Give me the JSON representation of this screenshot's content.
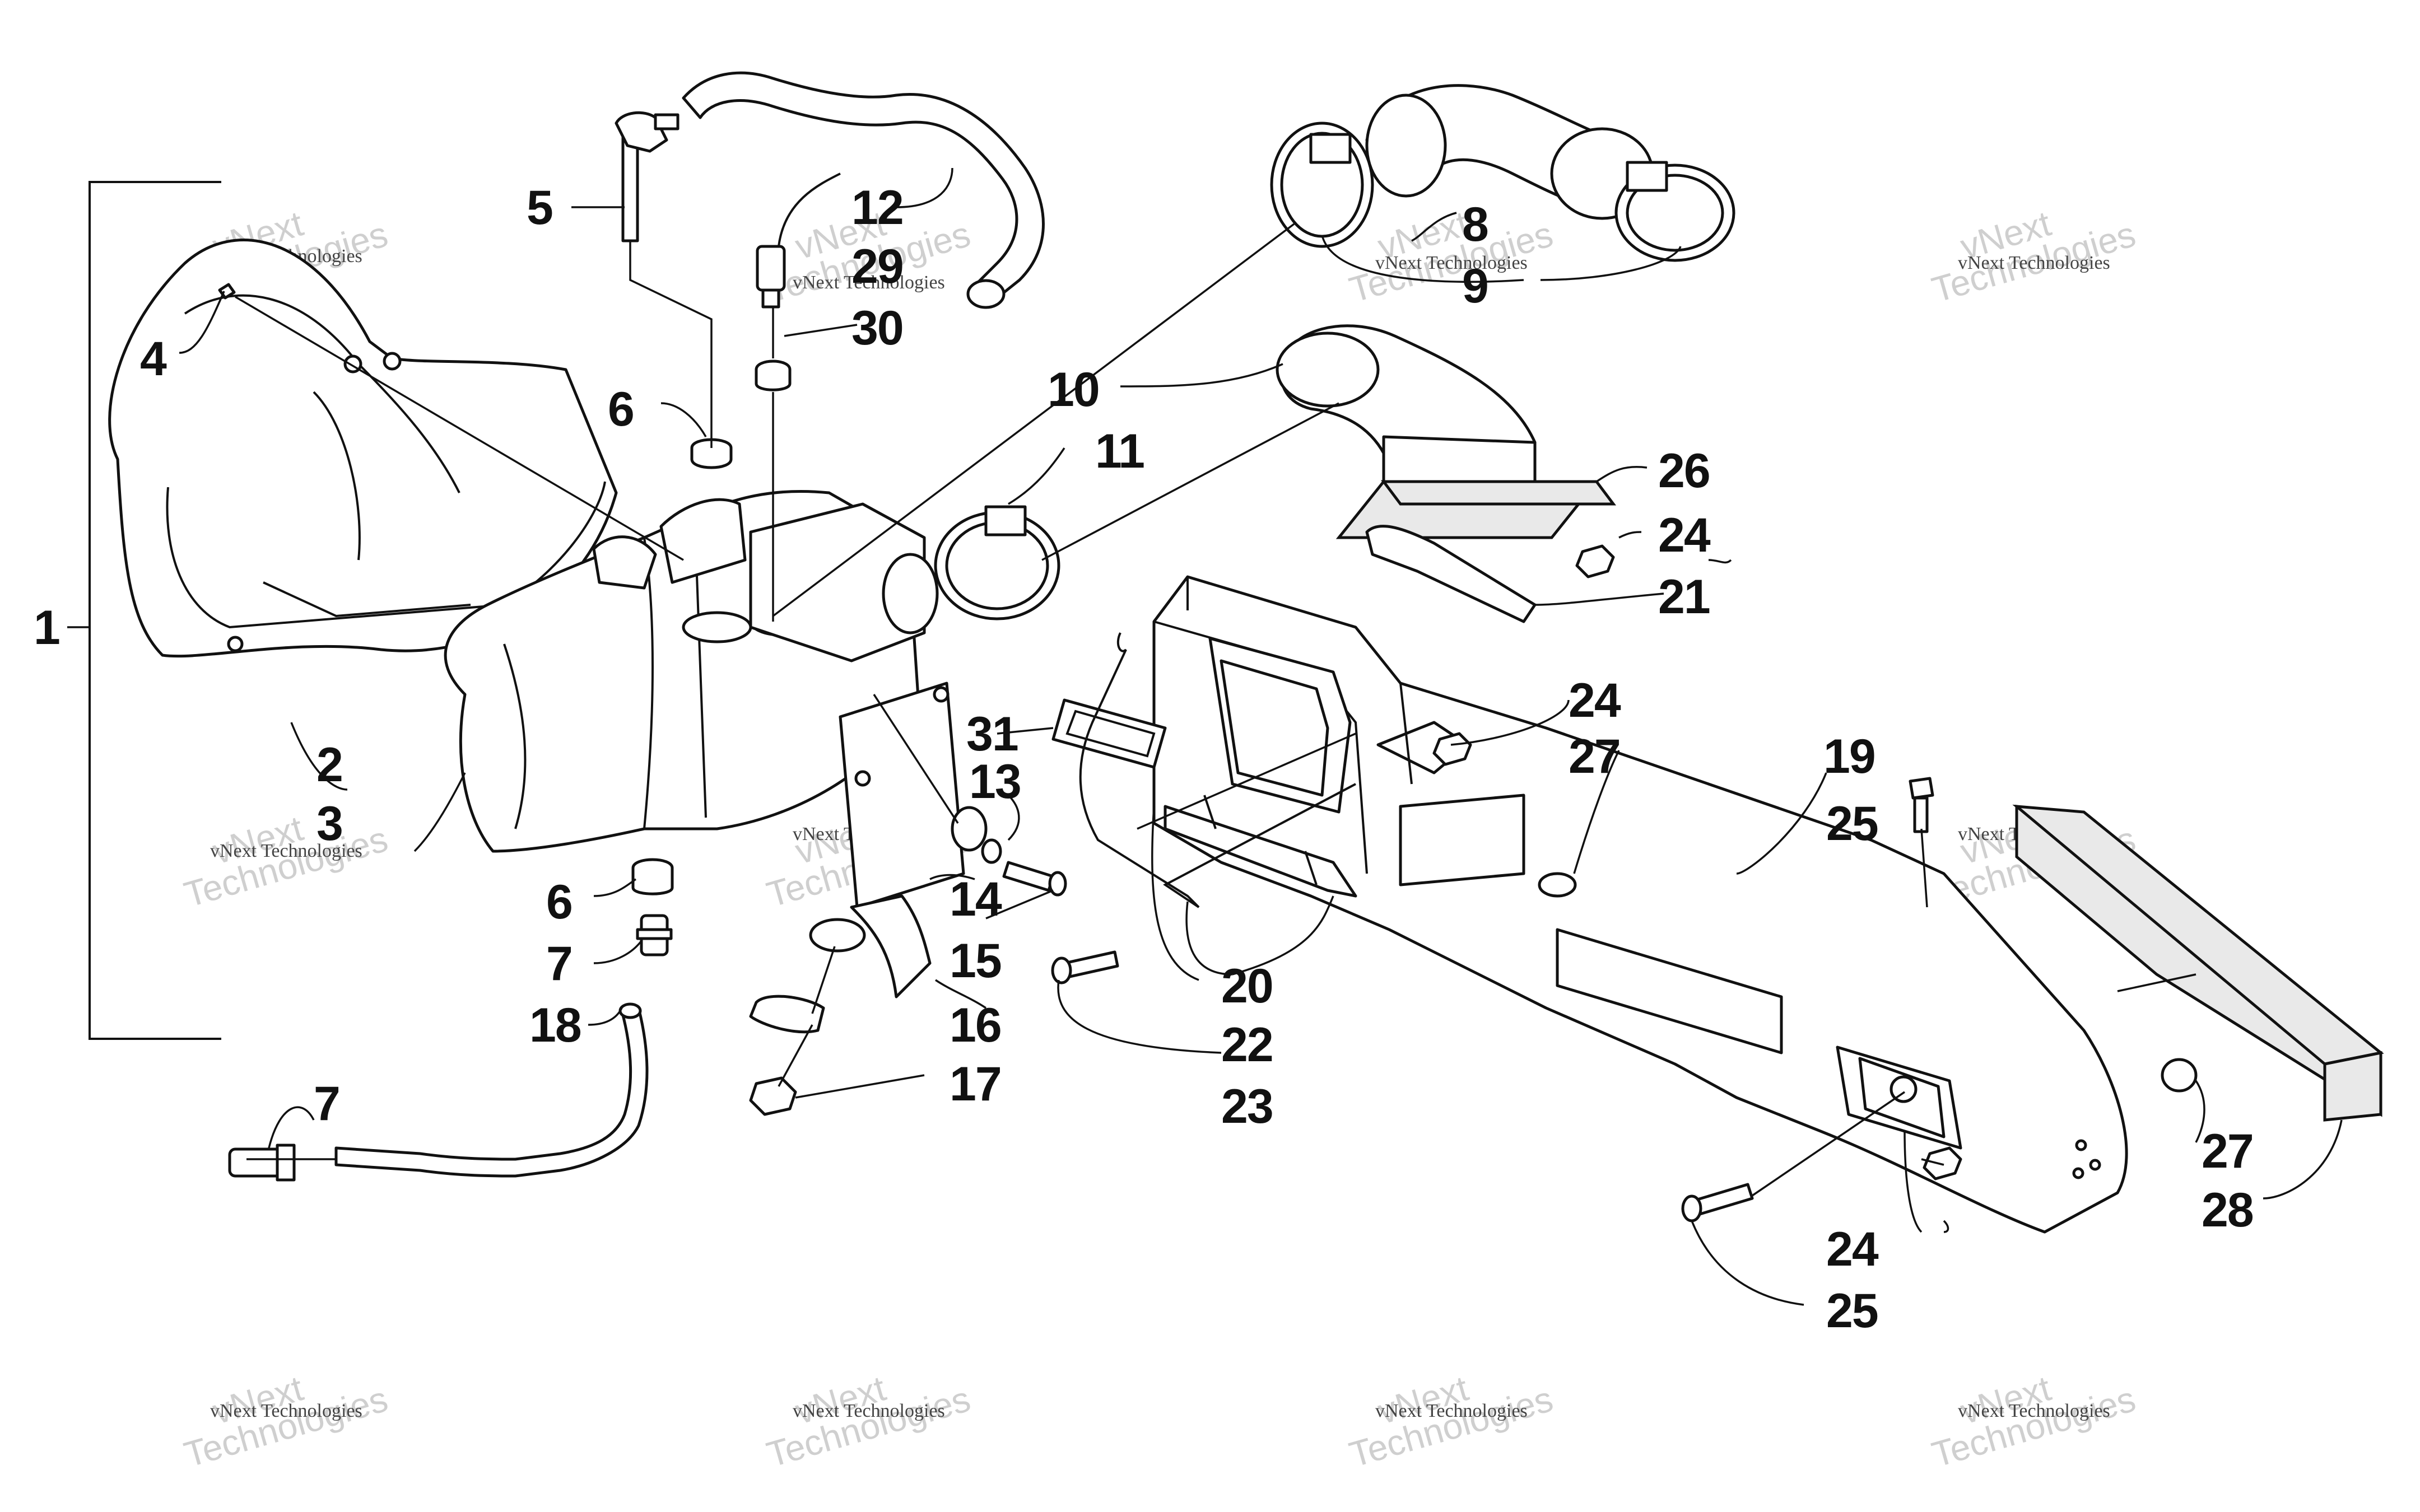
{
  "callouts": [
    {
      "id": "1",
      "text": "1"
    },
    {
      "id": "2",
      "text": "2"
    },
    {
      "id": "3",
      "text": "3"
    },
    {
      "id": "4",
      "text": "4"
    },
    {
      "id": "5",
      "text": "5"
    },
    {
      "id": "6a",
      "text": "6"
    },
    {
      "id": "6b",
      "text": "6"
    },
    {
      "id": "7a",
      "text": "7"
    },
    {
      "id": "7b",
      "text": "7"
    },
    {
      "id": "8",
      "text": "8"
    },
    {
      "id": "9",
      "text": "9"
    },
    {
      "id": "10",
      "text": "10"
    },
    {
      "id": "11",
      "text": "11"
    },
    {
      "id": "12",
      "text": "12"
    },
    {
      "id": "13",
      "text": "13"
    },
    {
      "id": "14",
      "text": "14"
    },
    {
      "id": "15",
      "text": "15"
    },
    {
      "id": "16",
      "text": "16"
    },
    {
      "id": "17",
      "text": "17"
    },
    {
      "id": "18",
      "text": "18"
    },
    {
      "id": "19",
      "text": "19"
    },
    {
      "id": "20",
      "text": "20"
    },
    {
      "id": "21",
      "text": "21"
    },
    {
      "id": "22",
      "text": "22"
    },
    {
      "id": "23",
      "text": "23"
    },
    {
      "id": "24a",
      "text": "24"
    },
    {
      "id": "24b",
      "text": "24"
    },
    {
      "id": "24c",
      "text": "24"
    },
    {
      "id": "25a",
      "text": "25"
    },
    {
      "id": "25b",
      "text": "25"
    },
    {
      "id": "26",
      "text": "26"
    },
    {
      "id": "27a",
      "text": "27"
    },
    {
      "id": "27b",
      "text": "27"
    },
    {
      "id": "28",
      "text": "28"
    },
    {
      "id": "29",
      "text": "29"
    },
    {
      "id": "30",
      "text": "30"
    },
    {
      "id": "31",
      "text": "31"
    }
  ],
  "watermark": {
    "brand": "vNext",
    "company": "Technologies",
    "line": "vNext Technologies"
  }
}
